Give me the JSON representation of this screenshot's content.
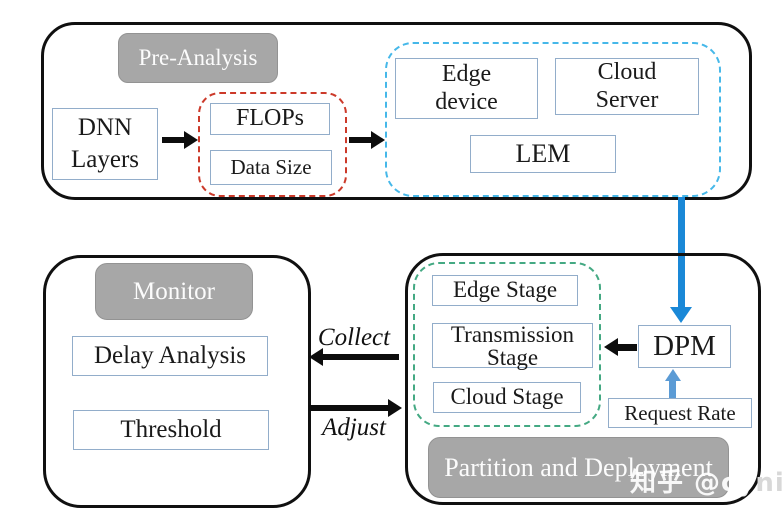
{
  "pre_analysis": {
    "label": "Pre-Analysis",
    "dnn_layers": "DNN Layers",
    "flops": "FLOPs",
    "data_size": "Data Size",
    "edge_device": "Edge device",
    "cloud_server": "Cloud Server",
    "lem": "LEM"
  },
  "monitor": {
    "label": "Monitor",
    "delay_analysis": "Delay Analysis",
    "threshold": "Threshold"
  },
  "partition_deployment": {
    "label": "Partition and Deployment",
    "edge_stage": "Edge Stage",
    "transmission_stage": "Transmission Stage",
    "cloud_stage": "Cloud Stage",
    "dpm": "DPM",
    "request_rate": "Request Rate"
  },
  "flow_labels": {
    "collect": "Collect",
    "adjust": "Adjust"
  },
  "watermark": {
    "part1": "知乎 @cy",
    "part2": "nic"
  },
  "colors": {
    "container_border": "#101010",
    "box_border": "#92adca",
    "gray_label_bg": "#a7a7a7",
    "red_dashed_border": "#cc3a2a",
    "blue_dashed_border": "#46b8e9",
    "green_dashdot_border": "#44a983",
    "blue_arrow": "#1a88d7",
    "blue_arrow_light": "#5b9bd5",
    "black_arrow": "#0d0d0d"
  }
}
